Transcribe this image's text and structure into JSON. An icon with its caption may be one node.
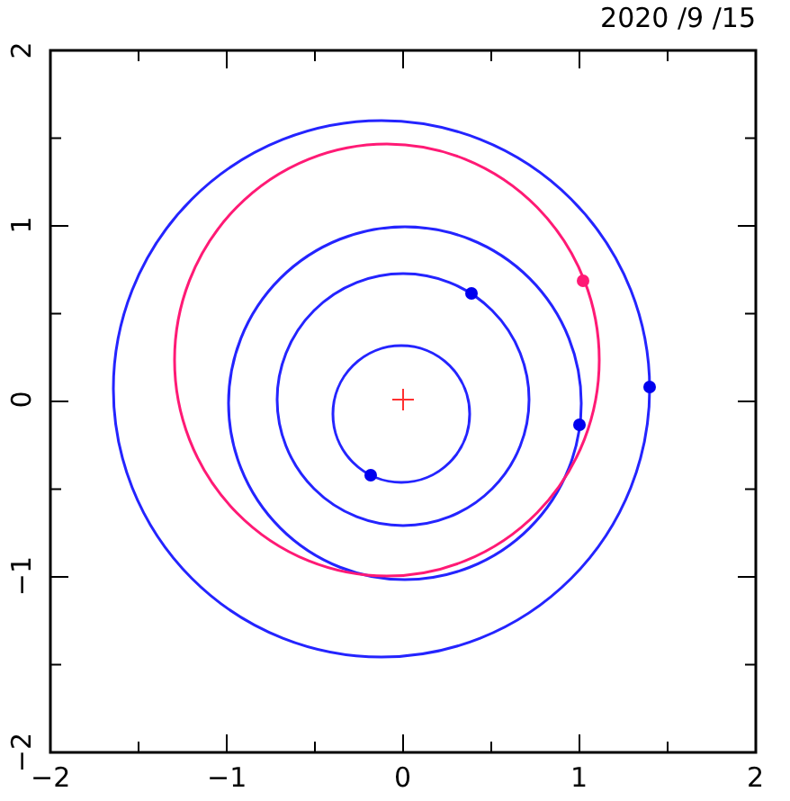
{
  "diagram": {
    "title": "2020 /9 /15",
    "labels": [
      "2",
      "1",
      "0",
      "−1",
      "−2",
      "−2",
      "−1",
      "0",
      "1",
      "2"
    ]
  }
}
